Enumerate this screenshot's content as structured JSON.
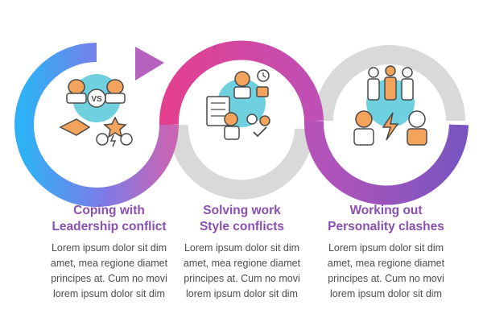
{
  "steps": [
    {
      "title_line1": "Coping with",
      "title_line2": "Leadership conflict",
      "body": [
        "Lorem ipsum dolor sit dim",
        "amet, mea regione diamet",
        "principes at. Cum no movi",
        "lorem ipsum dolor sit dim"
      ],
      "icon": "leadership-conflict-icon",
      "badge_text": "VS"
    },
    {
      "title_line1": "Solving work",
      "title_line2": "Style conflicts",
      "body": [
        "Lorem ipsum dolor sit dim",
        "amet, mea regione diamet",
        "principes at. Cum no movi",
        "lorem ipsum dolor sit dim"
      ],
      "icon": "work-style-icon"
    },
    {
      "title_line1": "Working out",
      "title_line2": "Personality clashes",
      "body": [
        "Lorem ipsum dolor sit dim",
        "amet, mea regione diamet",
        "principes at. Cum no movi",
        "lorem ipsum dolor sit dim"
      ],
      "icon": "personality-clash-icon"
    }
  ],
  "colors": {
    "title": "#8a4fb0",
    "body_text": "#4d4d4d",
    "band_blue": "#3aa9f5",
    "band_magenta": "#e03f9c",
    "band_purple": "#8a4fb0",
    "band_gray": "#d9d9d9",
    "icon_teal": "#6fd0e0",
    "icon_orange": "#f4a35c",
    "icon_outline": "#4a4a4a"
  }
}
